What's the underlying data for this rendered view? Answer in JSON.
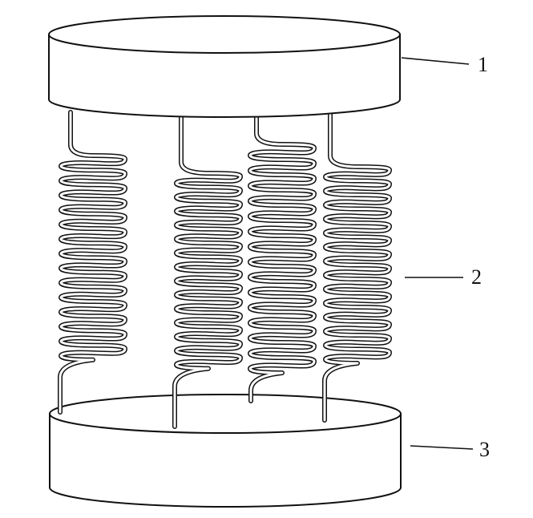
{
  "callouts": [
    {
      "id": "part-1",
      "text": "1"
    },
    {
      "id": "part-2",
      "text": "2"
    },
    {
      "id": "part-3",
      "text": "3"
    }
  ],
  "springs": {
    "count": 4
  }
}
